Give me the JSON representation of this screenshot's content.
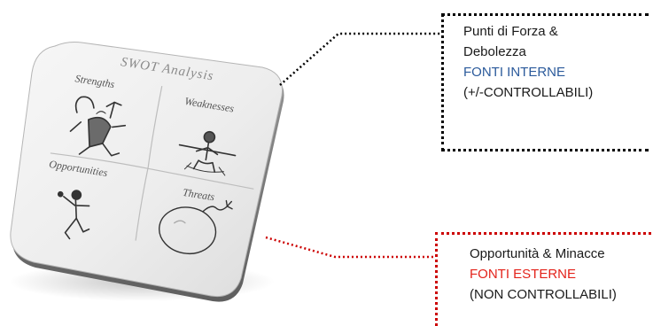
{
  "image": {
    "panel_title": "SWOT Analysis",
    "quadrant_labels": [
      "Strengths",
      "Weaknesses",
      "Opportunities",
      "Threats"
    ]
  },
  "callout_internal": {
    "line1": "Punti di Forza &",
    "line2": "Debolezza",
    "highlight": "FONTI INTERNE",
    "line4": "(+/-CONTROLLABILI)",
    "border_color": "#000000",
    "highlight_color": "#2b5a9b"
  },
  "callout_external": {
    "line1": "Opportunità & Minacce",
    "highlight": "FONTI ESTERNE",
    "line3": "(NON CONTROLLABILI)",
    "border_color": "#cc0000",
    "highlight_color": "#e3231b"
  }
}
